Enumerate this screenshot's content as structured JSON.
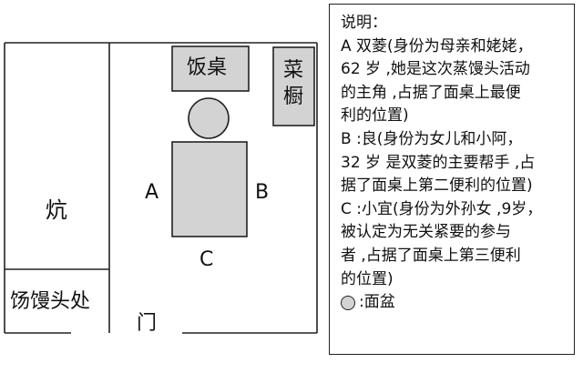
{
  "floorplan": {
    "kang": "炕",
    "steam_area": "饧馒头处",
    "door": "门",
    "table": "饭桌",
    "cupboard": [
      "菜",
      "橱"
    ],
    "positions": {
      "a": "A",
      "b": "B",
      "c": "C"
    }
  },
  "legend": {
    "lines": [
      "说明：",
      "A 双菱(身份为母亲和姥姥，",
      "62 岁 ,她是这次蒸馒头活动",
      "的主角 ,占据了面桌上最便",
      "利的位置)",
      "B :良(身份为女儿和小阿，",
      "32 岁 是双菱的主要帮手 ,占",
      "据了面桌上第二便利的位置)",
      "C :小宜(身份为外孙女 ,9岁，",
      "被认定为无关紧要的参与",
      "者 ,占据了面桌上第三便利",
      "的位置)"
    ],
    "basin_label": ":面盆"
  },
  "colors": {
    "fill": "#d3d3d3",
    "stroke": "#222222"
  }
}
